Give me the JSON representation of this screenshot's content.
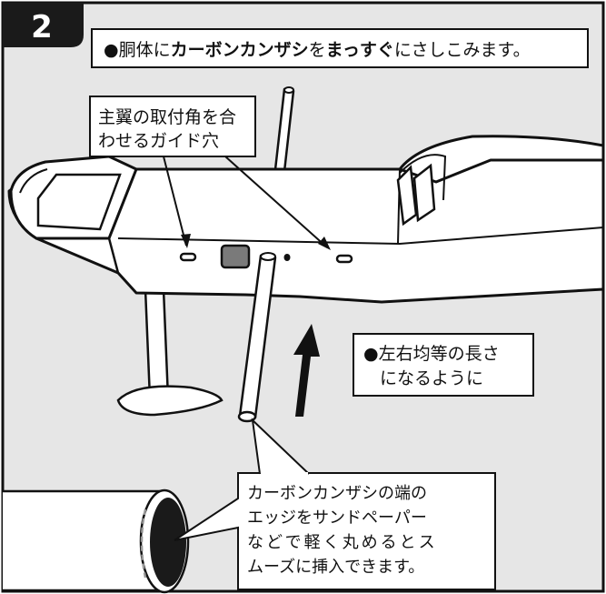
{
  "step_number": "2",
  "header": {
    "prefix": "●胴体に",
    "bold1": "カーボンカンザシ",
    "mid": "を",
    "bold2": "まっすぐ",
    "suffix": "にさしこみます。"
  },
  "callout_guide": {
    "line1": "主翼の取付角を合",
    "line2": "わせるガイド穴"
  },
  "callout_equal": {
    "line1": "●左右均等の長さ",
    "line2": "になるように"
  },
  "callout_tip": {
    "line1": "カーボンカンザシの端の",
    "line2": "エッジをサンドペーパー",
    "line3": "などで軽く丸めるとス",
    "line4": "ムーズに挿入できます。"
  },
  "colors": {
    "background": "#e6e6e6",
    "outline": "#111111",
    "fill": "#ffffff",
    "dark_fill": "#7a7a7a",
    "badge": "#1a1a1a"
  }
}
